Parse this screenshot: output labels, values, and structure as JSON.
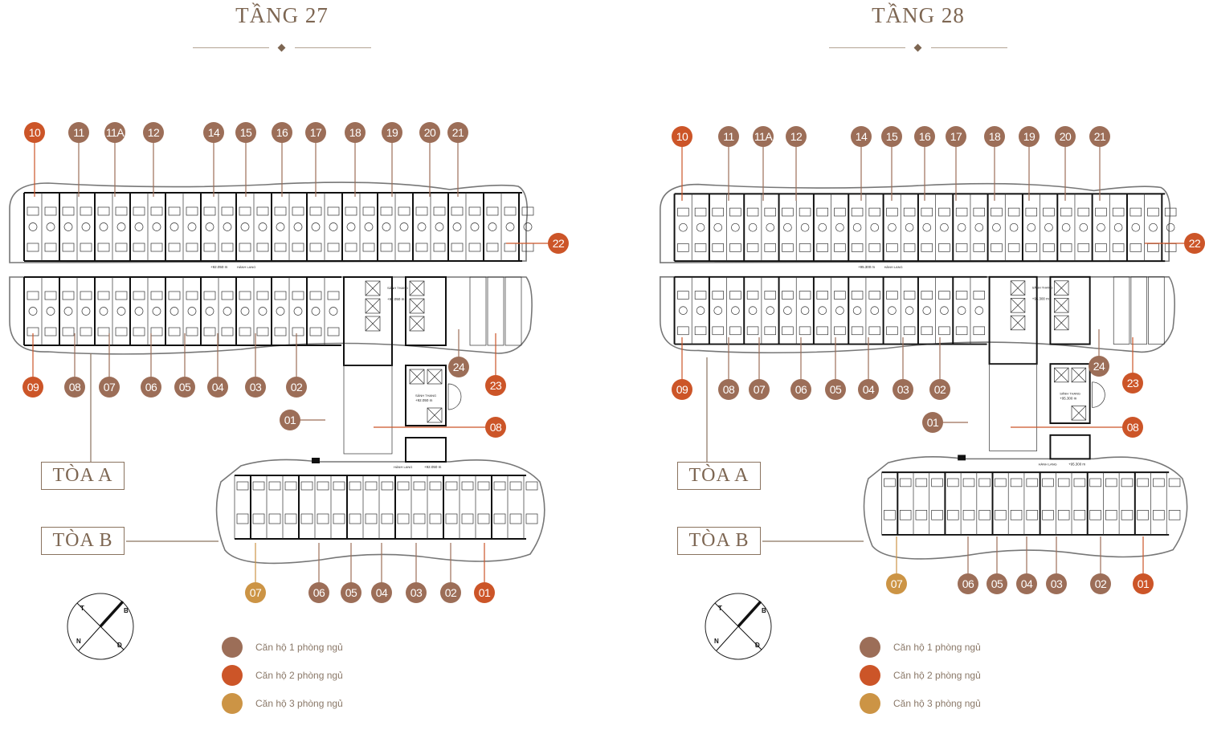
{
  "colors": {
    "one_bedroom": "#9c6e58",
    "two_bedroom": "#cc5528",
    "three_bedroom": "#cc9445",
    "title": "#7d6652"
  },
  "floors": [
    {
      "title": "TẦNG 27",
      "elevation": "+92.050 m",
      "tower_a_label": "TÒA A",
      "tower_b_label": "TÒA B",
      "corridor_label": "HÀNH LANG",
      "lobby_label": "SẢNH THANG",
      "units": [
        {
          "label": "10",
          "type": "two_bedroom"
        },
        {
          "label": "11",
          "type": "one_bedroom"
        },
        {
          "label": "11A",
          "type": "one_bedroom"
        },
        {
          "label": "12",
          "type": "one_bedroom"
        },
        {
          "label": "14",
          "type": "one_bedroom"
        },
        {
          "label": "15",
          "type": "one_bedroom"
        },
        {
          "label": "16",
          "type": "one_bedroom"
        },
        {
          "label": "17",
          "type": "one_bedroom"
        },
        {
          "label": "18",
          "type": "one_bedroom"
        },
        {
          "label": "19",
          "type": "one_bedroom"
        },
        {
          "label": "20",
          "type": "one_bedroom"
        },
        {
          "label": "21",
          "type": "one_bedroom"
        },
        {
          "label": "22",
          "type": "two_bedroom"
        },
        {
          "label": "09",
          "type": "two_bedroom"
        },
        {
          "label": "08",
          "type": "one_bedroom"
        },
        {
          "label": "07",
          "type": "one_bedroom"
        },
        {
          "label": "06",
          "type": "one_bedroom"
        },
        {
          "label": "05",
          "type": "one_bedroom"
        },
        {
          "label": "04",
          "type": "one_bedroom"
        },
        {
          "label": "03",
          "type": "one_bedroom"
        },
        {
          "label": "02",
          "type": "one_bedroom"
        },
        {
          "label": "01",
          "type": "one_bedroom"
        },
        {
          "label": "24",
          "type": "one_bedroom"
        },
        {
          "label": "23",
          "type": "two_bedroom"
        },
        {
          "label": "08",
          "type": "two_bedroom"
        },
        {
          "label": "07",
          "type": "three_bedroom"
        },
        {
          "label": "06",
          "type": "one_bedroom"
        },
        {
          "label": "05",
          "type": "one_bedroom"
        },
        {
          "label": "04",
          "type": "one_bedroom"
        },
        {
          "label": "03",
          "type": "one_bedroom"
        },
        {
          "label": "02",
          "type": "one_bedroom"
        },
        {
          "label": "01",
          "type": "two_bedroom"
        }
      ]
    },
    {
      "title": "TẦNG 28",
      "elevation": "+95.300 m",
      "tower_a_label": "TÒA A",
      "tower_b_label": "TÒA B",
      "corridor_label": "HÀNH LANG",
      "lobby_label": "SẢNH THANG",
      "units": [
        {
          "label": "10",
          "type": "two_bedroom"
        },
        {
          "label": "11",
          "type": "one_bedroom"
        },
        {
          "label": "11A",
          "type": "one_bedroom"
        },
        {
          "label": "12",
          "type": "one_bedroom"
        },
        {
          "label": "14",
          "type": "one_bedroom"
        },
        {
          "label": "15",
          "type": "one_bedroom"
        },
        {
          "label": "16",
          "type": "one_bedroom"
        },
        {
          "label": "17",
          "type": "one_bedroom"
        },
        {
          "label": "18",
          "type": "one_bedroom"
        },
        {
          "label": "19",
          "type": "one_bedroom"
        },
        {
          "label": "20",
          "type": "one_bedroom"
        },
        {
          "label": "21",
          "type": "one_bedroom"
        },
        {
          "label": "22",
          "type": "two_bedroom"
        },
        {
          "label": "09",
          "type": "two_bedroom"
        },
        {
          "label": "08",
          "type": "one_bedroom"
        },
        {
          "label": "07",
          "type": "one_bedroom"
        },
        {
          "label": "06",
          "type": "one_bedroom"
        },
        {
          "label": "05",
          "type": "one_bedroom"
        },
        {
          "label": "04",
          "type": "one_bedroom"
        },
        {
          "label": "03",
          "type": "one_bedroom"
        },
        {
          "label": "02",
          "type": "one_bedroom"
        },
        {
          "label": "01",
          "type": "one_bedroom"
        },
        {
          "label": "24",
          "type": "one_bedroom"
        },
        {
          "label": "23",
          "type": "two_bedroom"
        },
        {
          "label": "08",
          "type": "two_bedroom"
        },
        {
          "label": "07",
          "type": "three_bedroom"
        },
        {
          "label": "06",
          "type": "one_bedroom"
        },
        {
          "label": "05",
          "type": "one_bedroom"
        },
        {
          "label": "04",
          "type": "one_bedroom"
        },
        {
          "label": "03",
          "type": "one_bedroom"
        },
        {
          "label": "02",
          "type": "one_bedroom"
        },
        {
          "label": "01",
          "type": "two_bedroom"
        }
      ]
    }
  ],
  "legend": [
    {
      "label": "Căn hộ 1 phòng ngủ",
      "type": "one_bedroom"
    },
    {
      "label": "Căn hộ 2 phòng ngủ",
      "type": "two_bedroom"
    },
    {
      "label": "Căn hộ 3 phòng ngủ",
      "type": "three_bedroom"
    }
  ],
  "compass": {
    "north": "B",
    "south": "N",
    "east": "Đ",
    "west": "T"
  }
}
